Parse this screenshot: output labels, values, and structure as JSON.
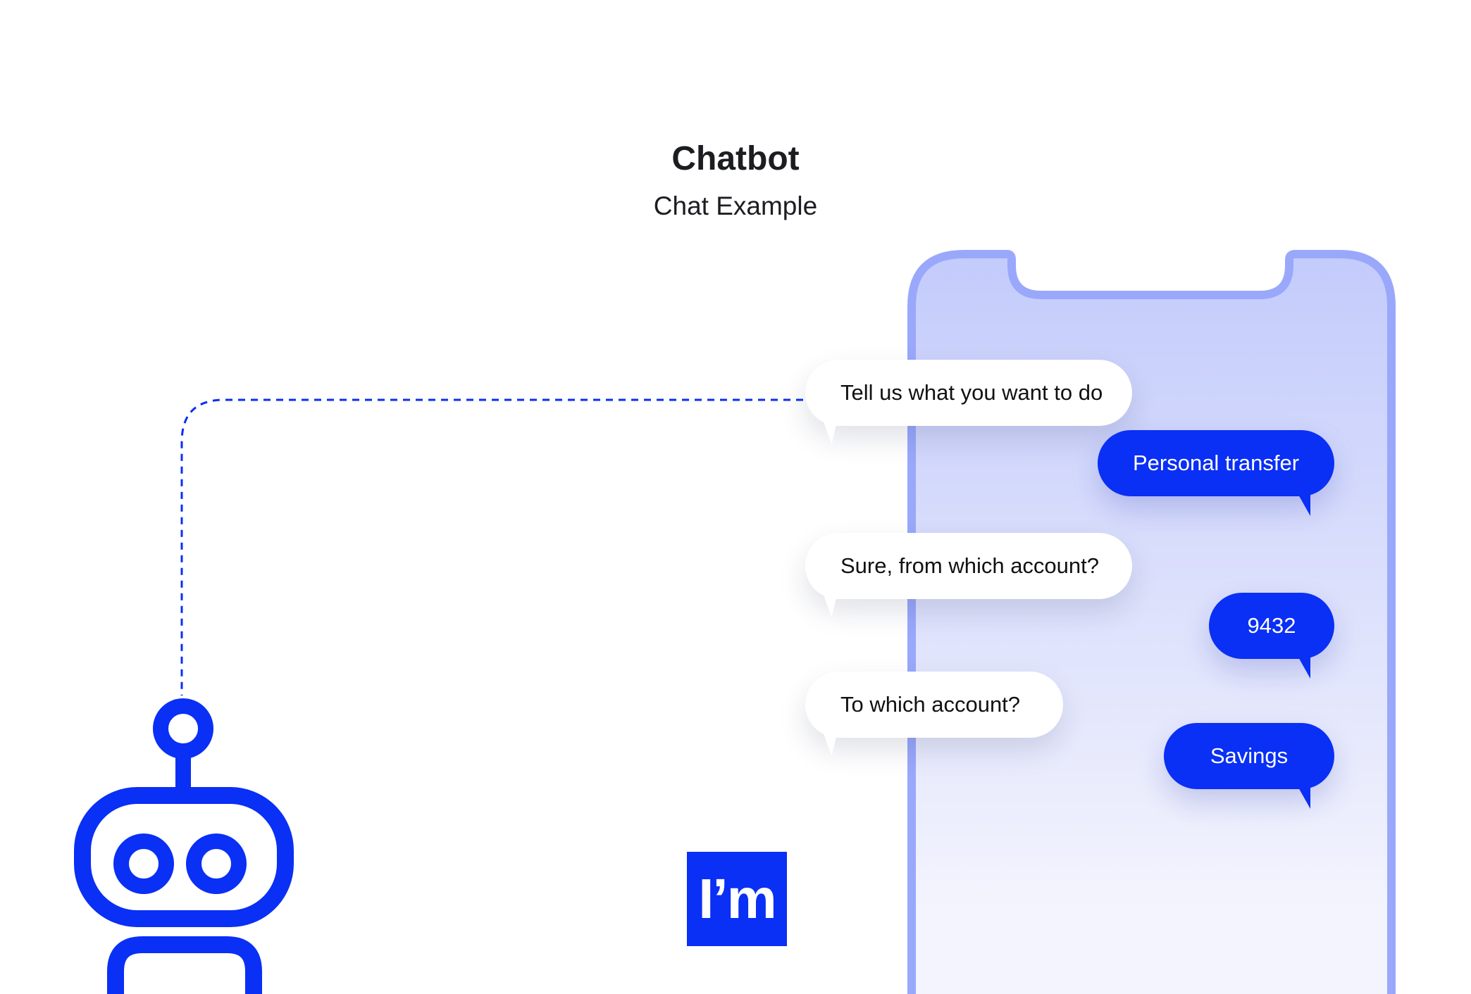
{
  "header": {
    "title": "Chatbot",
    "subtitle": "Chat Example"
  },
  "colors": {
    "brand": "#0a2ff5",
    "phone_frame": "#9aa8fb",
    "phone_screen_top": "#c3cbfb",
    "phone_screen_bottom": "#f3f4fd",
    "text_dark": "#1c1d21"
  },
  "chat": {
    "messages": [
      {
        "from": "bot",
        "text": "Tell us what you want to do"
      },
      {
        "from": "user",
        "text": "Personal transfer"
      },
      {
        "from": "bot",
        "text": "Sure, from which account?"
      },
      {
        "from": "user",
        "text": "9432"
      },
      {
        "from": "bot",
        "text": "To which account?"
      },
      {
        "from": "user",
        "text": "Savings"
      }
    ]
  },
  "logo": {
    "text": "I’m"
  },
  "icons": {
    "robot": "robot-icon",
    "phone": "phone-frame"
  }
}
